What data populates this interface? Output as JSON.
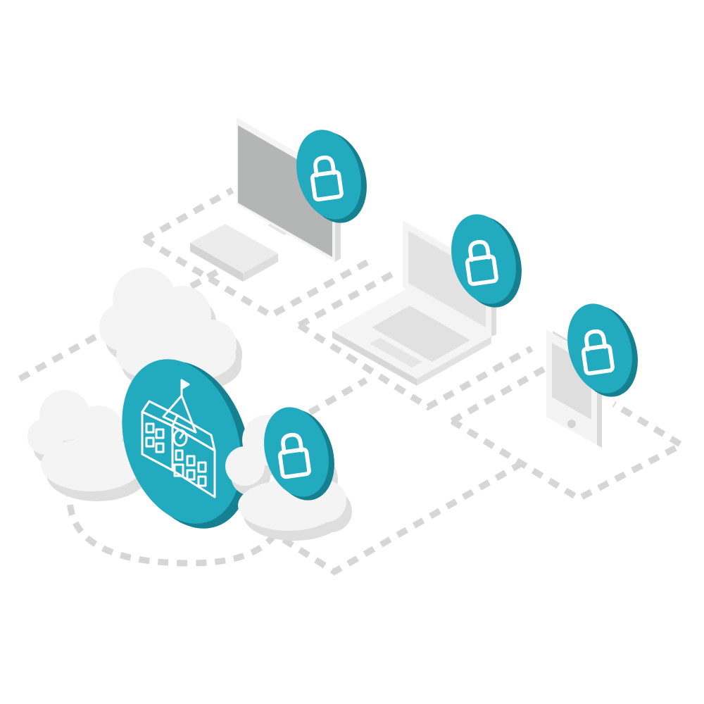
{
  "colors": {
    "background": "#ffffff",
    "accent": "#22aabf",
    "accent_dark": "#15808f",
    "dash": "#d6d6d6",
    "device_body": "#f6f6f6",
    "device_edge": "#d9d9d9",
    "screen_dark": "#b4b5b5",
    "screen_light": "#e3e3e3",
    "cloud_face": "#f4f4f4",
    "cloud_side": "#dedede",
    "icon_line": "#ffffff"
  },
  "nodes": [
    {
      "role": "school",
      "icon": "school-building-icon"
    },
    {
      "role": "desktop",
      "icon": "desktop-computer-icon"
    },
    {
      "role": "laptop",
      "icon": "laptop-icon"
    },
    {
      "role": "tablet",
      "icon": "tablet-icon"
    },
    {
      "role": "cloud",
      "icon": "cloud-icon"
    }
  ],
  "locks": [
    {
      "attached_to": "desktop",
      "icon": "padlock-icon"
    },
    {
      "attached_to": "laptop",
      "icon": "padlock-icon"
    },
    {
      "attached_to": "tablet",
      "icon": "padlock-icon"
    },
    {
      "attached_to": "cloud",
      "icon": "padlock-icon"
    }
  ],
  "connections": [
    {
      "from": "school",
      "to": "desktop",
      "style": "dashed"
    },
    {
      "from": "school",
      "to": "laptop",
      "style": "dashed"
    },
    {
      "from": "school",
      "to": "tablet",
      "style": "dashed"
    },
    {
      "from": "school",
      "to": "cloud",
      "style": "dashed"
    }
  ]
}
